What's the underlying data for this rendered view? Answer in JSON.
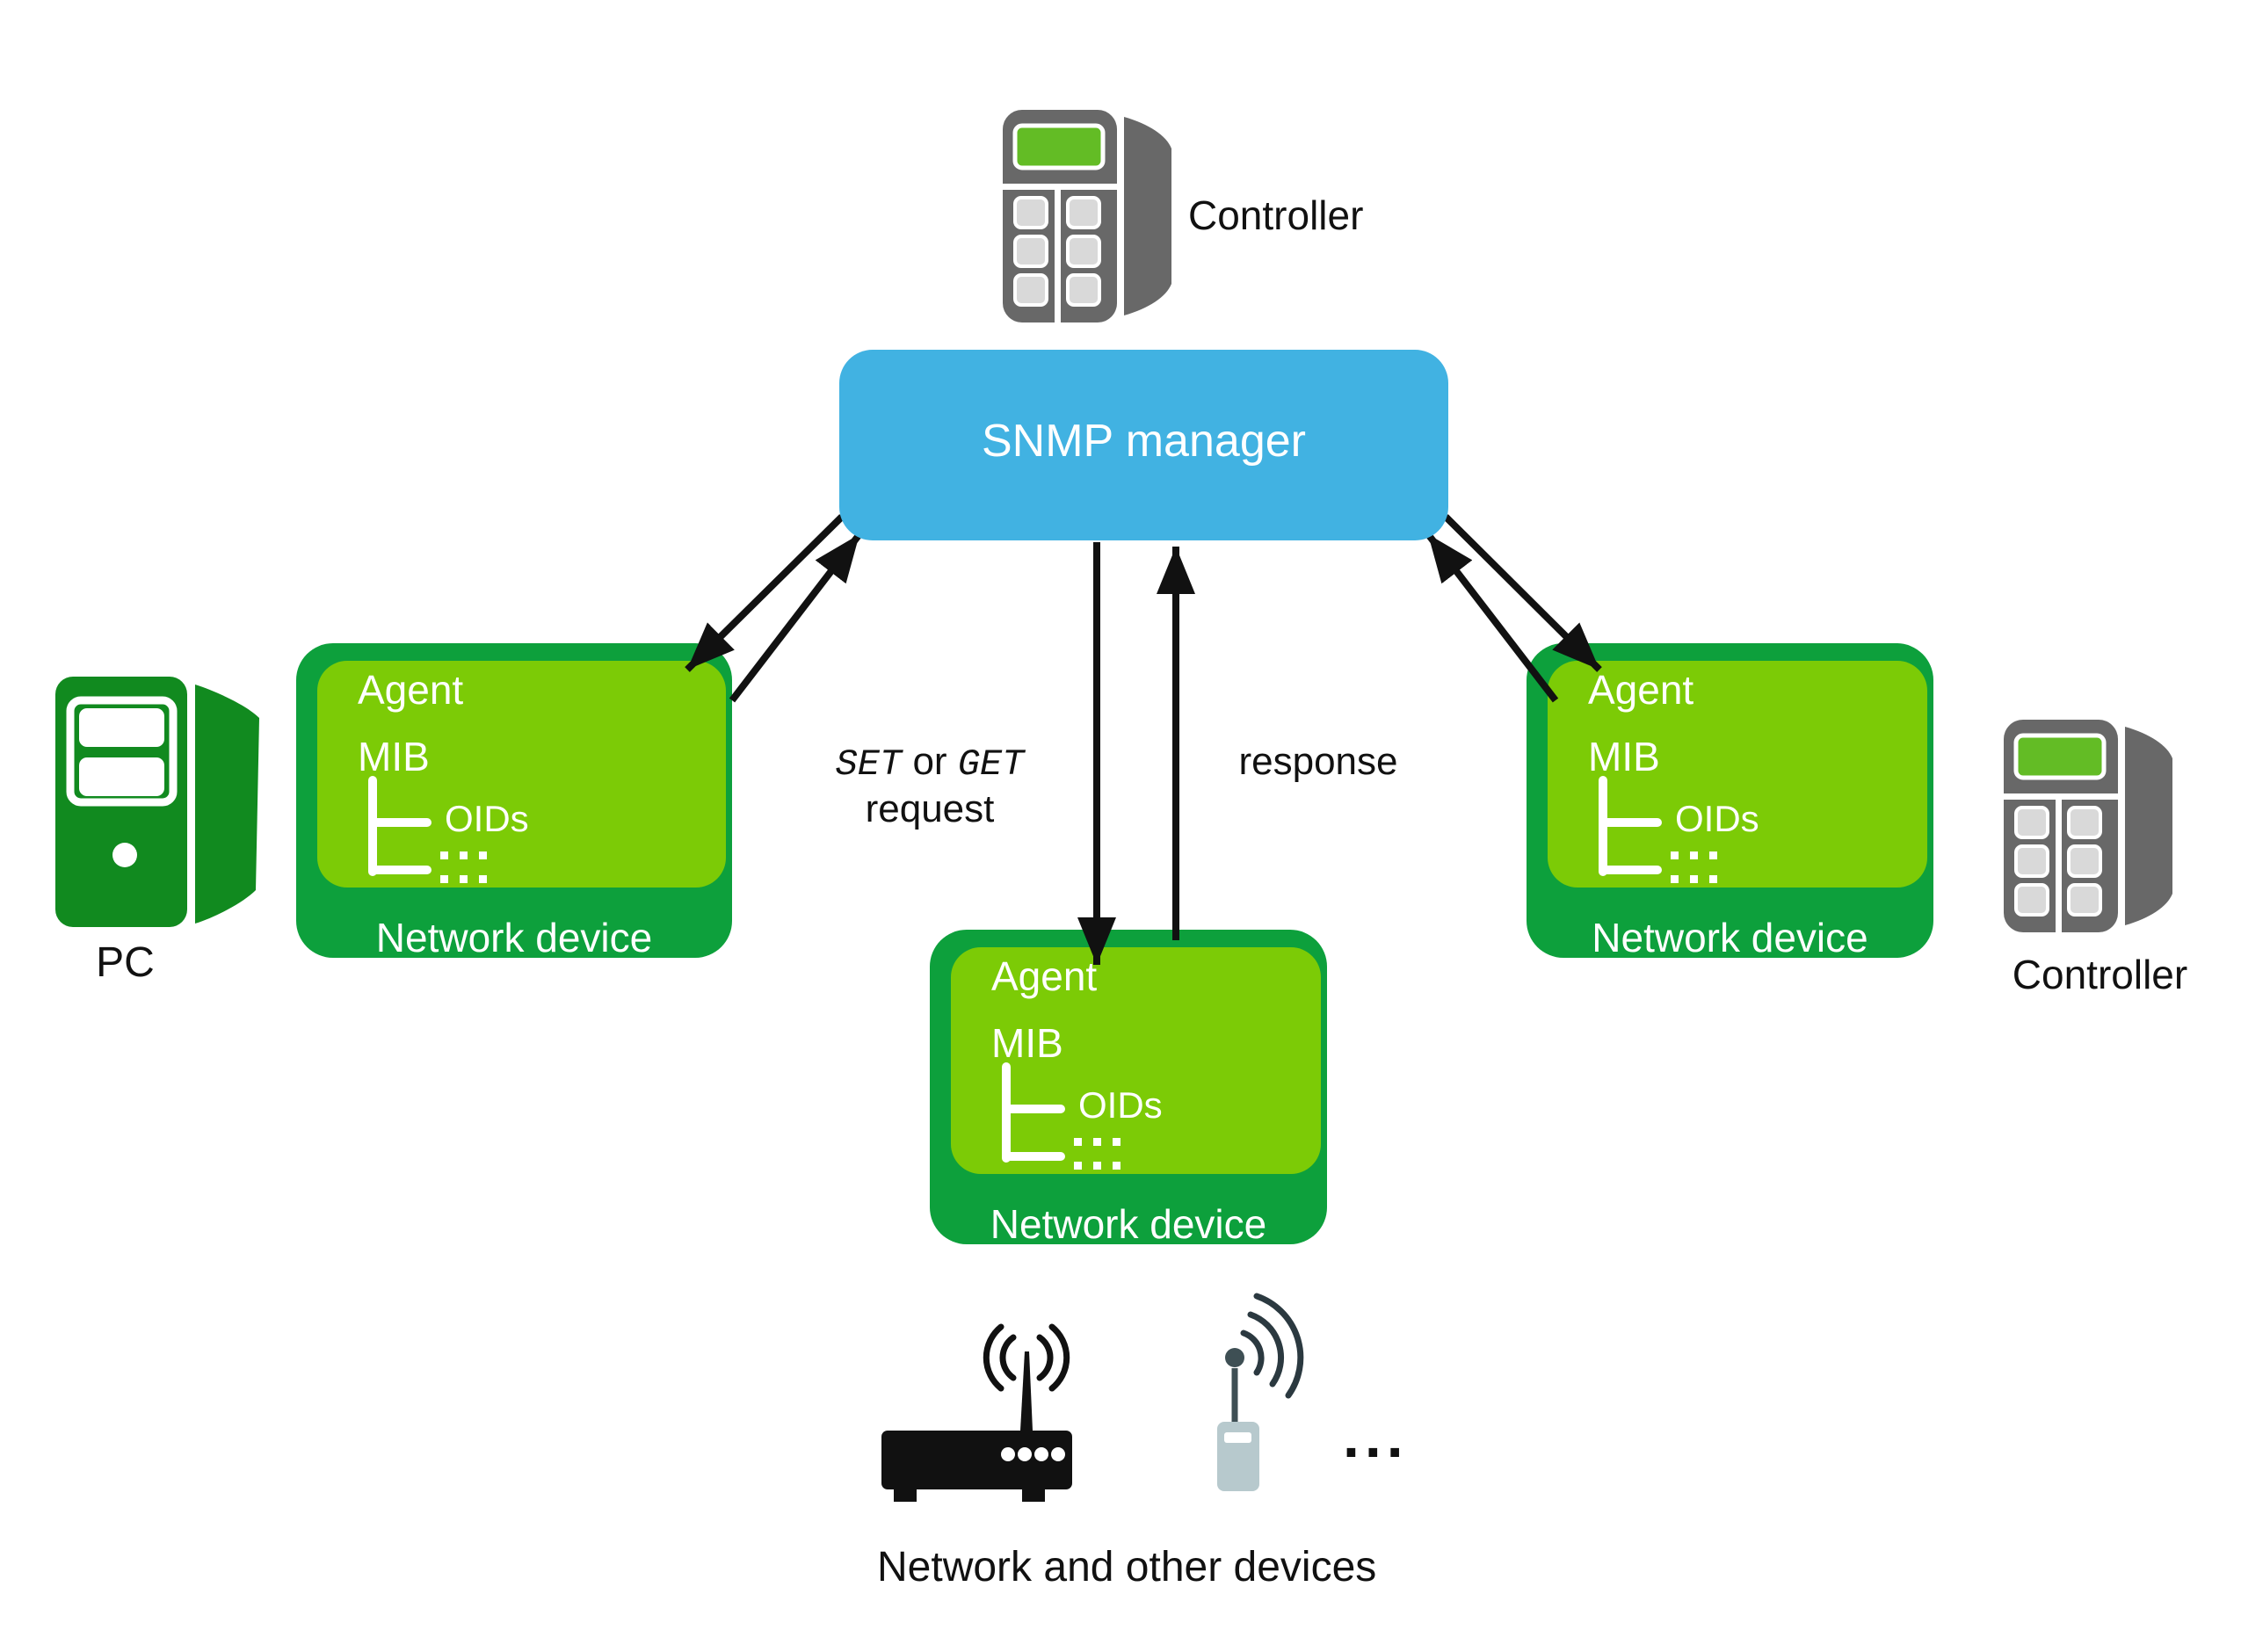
{
  "colors": {
    "blue": "#41b2e2",
    "box_green": "#0da03c",
    "box_light_green": "#7ccb06",
    "pc_green": "#118a1f",
    "device_gray": "#686868",
    "screen_green": "#63bc25",
    "button_gray": "#d9d9d9",
    "ink": "#111111",
    "handheld_body": "#b7c9cd",
    "handheld_dark": "#3e4f54",
    "wave_dark": "#2b3940"
  },
  "manager": {
    "label": "SNMP manager"
  },
  "top_controller": {
    "label": "Controller"
  },
  "right_controller": {
    "label": "Controller"
  },
  "pc": {
    "label": "PC"
  },
  "edges": {
    "set": "SET",
    "or": "or",
    "get": "GET",
    "request": "request",
    "response": "response"
  },
  "device_boxes": [
    {
      "agent": "Agent",
      "mib": "MIB",
      "oids": "OIDs",
      "caption": "Network device"
    },
    {
      "agent": "Agent",
      "mib": "MIB",
      "oids": "OIDs",
      "caption": "Network device"
    },
    {
      "agent": "Agent",
      "mib": "MIB",
      "oids": "OIDs",
      "caption": "Network device"
    }
  ],
  "bottom": {
    "ellipsis": "...",
    "caption": "Network and other devices"
  }
}
